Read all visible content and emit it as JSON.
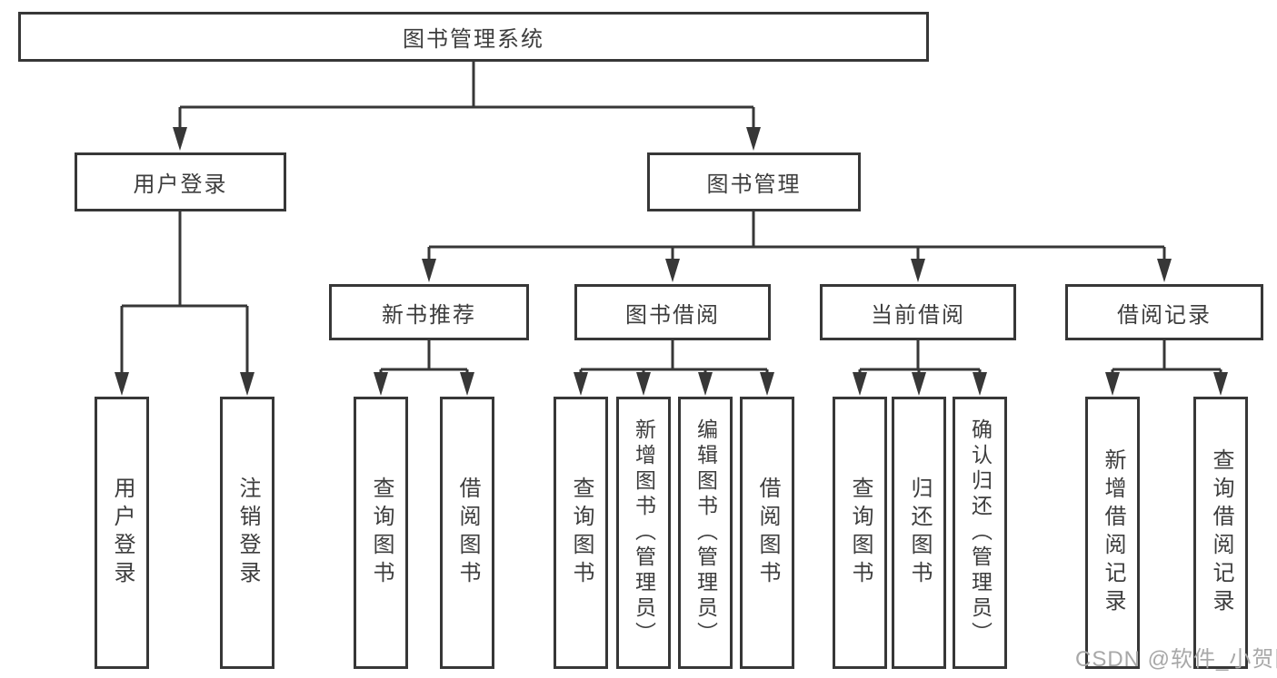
{
  "diagram": {
    "root": {
      "label": "图书管理系统"
    },
    "branches": [
      {
        "label": "用户登录",
        "children": [
          {
            "label": "用户登录"
          },
          {
            "label": "注销登录"
          }
        ]
      },
      {
        "label": "图书管理",
        "children": [
          {
            "label": "新书推荐",
            "children": [
              {
                "label": "查询图书"
              },
              {
                "label": "借阅图书"
              }
            ]
          },
          {
            "label": "图书借阅",
            "children": [
              {
                "label": "查询图书"
              },
              {
                "label": "新增图书（管理员）"
              },
              {
                "label": "编辑图书（管理员）"
              },
              {
                "label": "借阅图书"
              }
            ]
          },
          {
            "label": "当前借阅",
            "children": [
              {
                "label": "查询图书"
              },
              {
                "label": "归还图书"
              },
              {
                "label": "确认归还（管理员）"
              }
            ]
          },
          {
            "label": "借阅记录",
            "children": [
              {
                "label": "新增借阅记录"
              },
              {
                "label": "查询借阅记录"
              }
            ]
          }
        ]
      }
    ]
  },
  "watermark": {
    "text": "CSDN @软件_小贺同学"
  },
  "colors": {
    "line": "#373737",
    "text": "#3d3d3d",
    "watermark": "#a8a8a8",
    "background": "#ffffff"
  }
}
